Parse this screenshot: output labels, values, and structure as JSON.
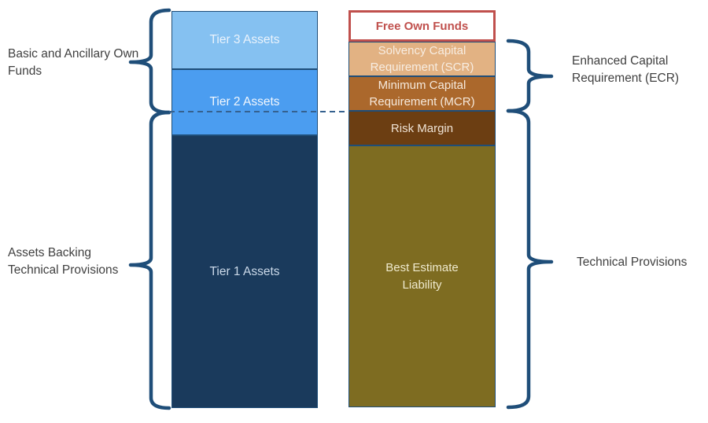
{
  "colors": {
    "brace": "#1F4E79",
    "dashed_line": "#35618F",
    "box_border": "#1F4E79",
    "side_label_text": "#404040"
  },
  "left_column": {
    "segments": [
      {
        "label": "Tier 3 Assets",
        "fill": "#85C1F1",
        "text_color": "#EAF3FC"
      },
      {
        "label": "Tier 2 Assets",
        "fill": "#4B9DF0",
        "text_color": "#F2F7FD"
      },
      {
        "label": "Tier 1 Assets",
        "fill": "#1A3A5C",
        "text_color": "#CBD9E9"
      }
    ]
  },
  "right_column": {
    "segments": [
      {
        "label": "Free Own Funds",
        "fill": "#FFFFFF",
        "text_color": "#C0504D",
        "border_color": "#C0504D"
      },
      {
        "label": "Solvency Capital Requirement (SCR)",
        "fill": "#E2B283",
        "text_color": "#F7EDE2"
      },
      {
        "label": "Minimum Capital Requirement (MCR)",
        "fill": "#AB682C",
        "text_color": "#F5E9DC"
      },
      {
        "label": "Risk Margin",
        "fill": "#6C3E12",
        "text_color": "#EFE3D5"
      },
      {
        "label": "Best Estimate Liability",
        "fill": "#7E6C21",
        "text_color": "#EFEACE"
      }
    ]
  },
  "annotations": {
    "left": [
      {
        "text": "Basic and Ancillary Own Funds"
      },
      {
        "text": "Assets Backing Technical Provisions"
      }
    ],
    "right": [
      {
        "text": "Enhanced Capital Requirement (ECR)"
      },
      {
        "text": "Technical Provisions"
      }
    ]
  }
}
